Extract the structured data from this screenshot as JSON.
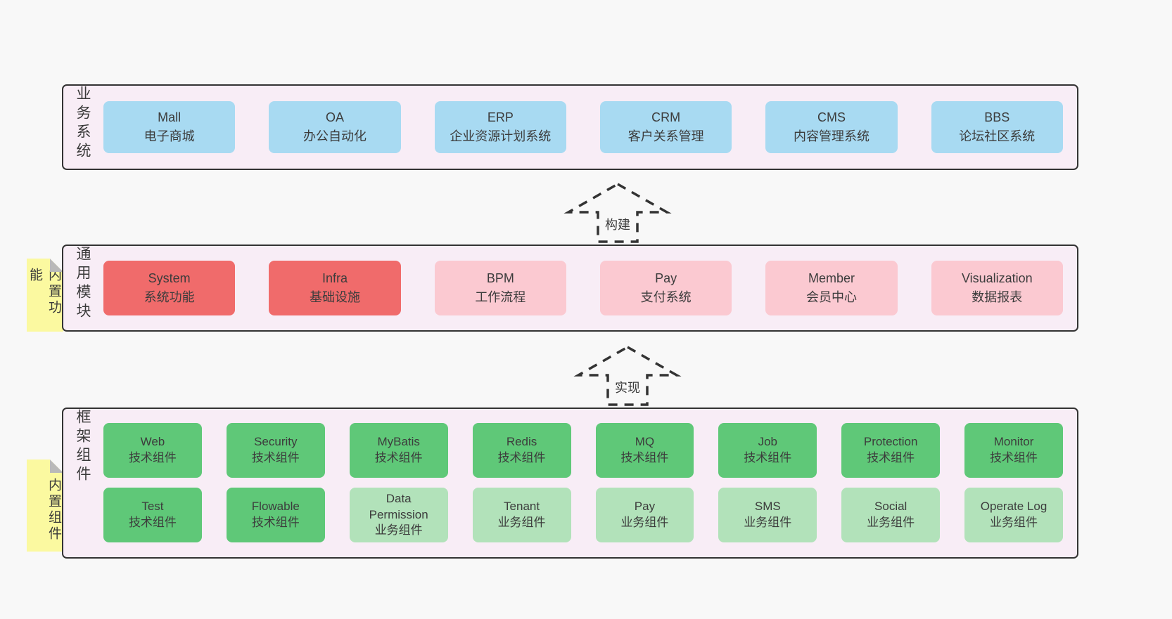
{
  "colors": {
    "page_bg": "#f8f8f8",
    "layer_bg": "#f8edf6",
    "layer_border": "#333333",
    "blue_box": "#a8daf2",
    "red_box": "#f06b6b",
    "pink_box": "#fbc9d1",
    "green_box": "#5fc878",
    "light_green_box": "#b2e2ba",
    "note_bg": "#fbf9a0",
    "note_fold": "#b9b9b9",
    "text": "#3c3c3c"
  },
  "diagram": {
    "layers": [
      {
        "id": "business",
        "label": "业务系统",
        "boxes": [
          {
            "name": "Mall",
            "desc": "电子商城",
            "type": "blue"
          },
          {
            "name": "OA",
            "desc": "办公自动化",
            "type": "blue"
          },
          {
            "name": "ERP",
            "desc": "企业资源计划系统",
            "type": "blue"
          },
          {
            "name": "CRM",
            "desc": "客户关系管理",
            "type": "blue"
          },
          {
            "name": "CMS",
            "desc": "内容管理系统",
            "type": "blue"
          },
          {
            "name": "BBS",
            "desc": "论坛社区系统",
            "type": "blue"
          }
        ]
      },
      {
        "id": "modules",
        "label": "通用模块",
        "note": "内置功能",
        "boxes": [
          {
            "name": "System",
            "desc": "系统功能",
            "type": "red"
          },
          {
            "name": "Infra",
            "desc": "基础设施",
            "type": "red"
          },
          {
            "name": "BPM",
            "desc": "工作流程",
            "type": "pink"
          },
          {
            "name": "Pay",
            "desc": "支付系统",
            "type": "pink"
          },
          {
            "name": "Member",
            "desc": "会员中心",
            "type": "pink"
          },
          {
            "name": "Visualization",
            "desc": "数据报表",
            "type": "pink"
          }
        ]
      },
      {
        "id": "components",
        "label": "框架组件",
        "note": "内置组件",
        "rows": [
          [
            {
              "name": "Web",
              "desc": "技术组件",
              "type": "green"
            },
            {
              "name": "Security",
              "desc": "技术组件",
              "type": "green"
            },
            {
              "name": "MyBatis",
              "desc": "技术组件",
              "type": "green"
            },
            {
              "name": "Redis",
              "desc": "技术组件",
              "type": "green"
            },
            {
              "name": "MQ",
              "desc": "技术组件",
              "type": "green"
            },
            {
              "name": "Job",
              "desc": "技术组件",
              "type": "green"
            },
            {
              "name": "Protection",
              "desc": "技术组件",
              "type": "green"
            },
            {
              "name": "Monitor",
              "desc": "技术组件",
              "type": "green"
            }
          ],
          [
            {
              "name": "Test",
              "desc": "技术组件",
              "type": "green"
            },
            {
              "name": "Flowable",
              "desc": "技术组件",
              "type": "green"
            },
            {
              "name": "Data Permission",
              "desc": "业务组件",
              "type": "lightgreen"
            },
            {
              "name": "Tenant",
              "desc": "业务组件",
              "type": "lightgreen"
            },
            {
              "name": "Pay",
              "desc": "业务组件",
              "type": "lightgreen"
            },
            {
              "name": "SMS",
              "desc": "业务组件",
              "type": "lightgreen"
            },
            {
              "name": "Social",
              "desc": "业务组件",
              "type": "lightgreen"
            },
            {
              "name": "Operate Log",
              "desc": "业务组件",
              "type": "lightgreen"
            }
          ]
        ]
      }
    ],
    "arrows": [
      {
        "id": "build",
        "label": "构建"
      },
      {
        "id": "implement",
        "label": "实现"
      }
    ]
  }
}
